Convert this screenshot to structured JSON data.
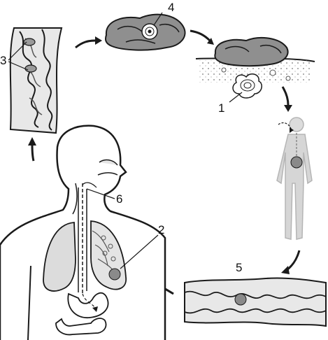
{
  "labels": {
    "n1": "1",
    "n2": "2",
    "n3": "3",
    "n4": "4",
    "n5": "5",
    "n6": "6"
  },
  "colors": {
    "outline": "#1a1a1a",
    "fill_gray": "#d6d6d6",
    "fill_dark": "#8a8a8a",
    "human_gray": "#cfcfcf",
    "human_outline": "#b5b5b5"
  }
}
